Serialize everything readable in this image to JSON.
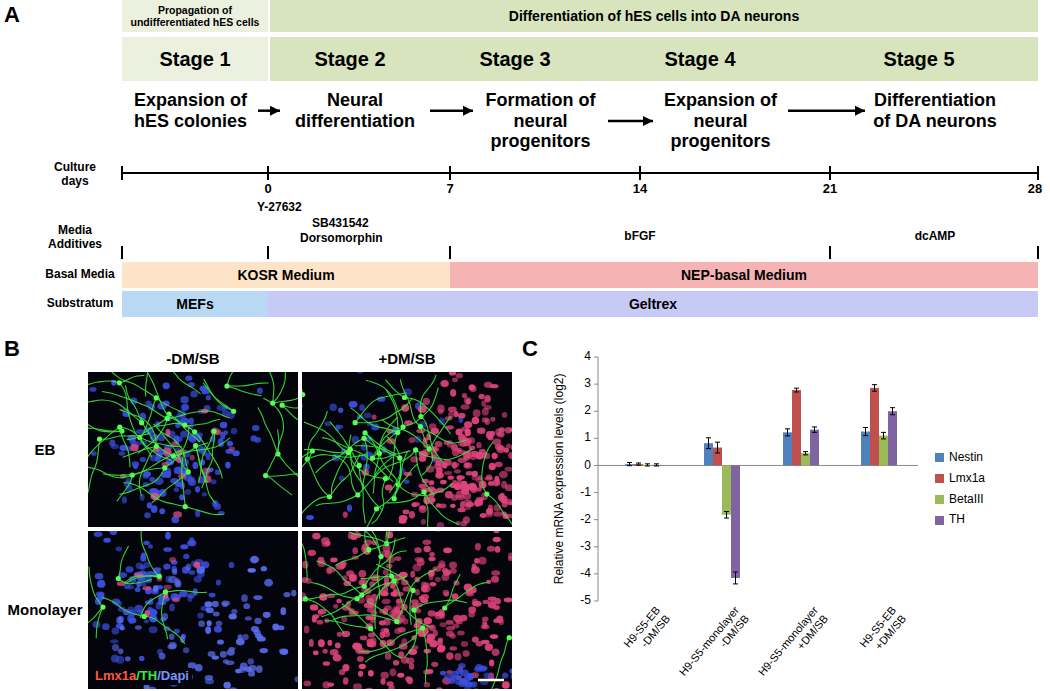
{
  "diagram": {
    "nodes": [
      {
        "text": [
          "Propagation of undifferentiated hES cells"
        ]
      },
      {
        "text": [
          "Differentiation of hES cells into DA neurons"
        ]
      },
      {
        "text": [
          "Stage 1"
        ]
      },
      {
        "text": [
          "Stage 2"
        ]
      },
      {
        "text": [
          "Stage 3"
        ]
      },
      {
        "text": [
          "Stage 4"
        ]
      },
      {
        "text": [
          "Stage 5"
        ]
      },
      {
        "text": [
          "Expansion of hES colonies"
        ]
      },
      {
        "text": [
          "Neural differentiation"
        ]
      },
      {
        "text": [
          "Formation of neural progenitors"
        ]
      },
      {
        "text": [
          "Expansion of neural progenitors"
        ]
      },
      {
        "text": [
          "Differentiation of DA neurons"
        ]
      },
      {
        "text": [
          "KOSR Medium"
        ]
      },
      {
        "text": [
          "NEP-basal Medium"
        ]
      },
      {
        "text": [
          "MEFs"
        ]
      },
      {
        "text": [
          "Geltrex"
        ]
      }
    ],
    "edges": [
      {
        "from": 7,
        "to": 8,
        "arrow": "to"
      },
      {
        "from": 8,
        "to": 9,
        "arrow": "to"
      },
      {
        "from": 9,
        "to": 10,
        "arrow": "to"
      },
      {
        "from": 10,
        "to": 11,
        "arrow": "to"
      }
    ],
    "labels": [
      "A",
      "Culture days",
      "0",
      "7",
      "14",
      "21",
      "28",
      "Media Additives",
      "Y-27632",
      "SB431542",
      "Dorsomorphin",
      "bFGF",
      "dcAMP",
      "Basal Media",
      "Substratum",
      "B",
      "-DM/SB",
      "+DM/SB",
      "EB",
      "Monolayer",
      "Lmx1a",
      "/TH",
      "/Dapi",
      "C",
      "4",
      "3",
      "2",
      "1",
      "0",
      "-1",
      "-2",
      "-3",
      "-4",
      "-5",
      "Relative mRNA expression levels (log2)",
      "H9-S5-EB -DM/SB",
      "H9-S5-monolayer -DM/SB",
      "H9-S5-monolayer +DM/SB",
      "H9-S5-EB +DM/SB"
    ],
    "legend": [
      {
        "text": "Nestin",
        "color": "#4f81bd"
      },
      {
        "text": "Lmx1a",
        "color": "#c0504d"
      },
      {
        "text": "BetaIII",
        "color": "#9bbb59"
      },
      {
        "text": "TH",
        "color": "#8064a2"
      }
    ]
  }
}
